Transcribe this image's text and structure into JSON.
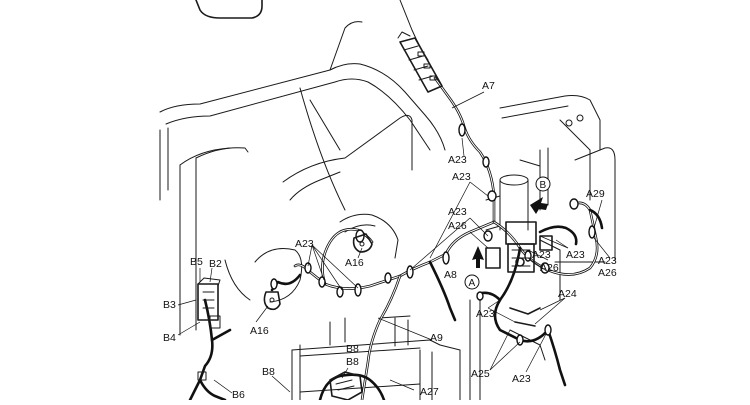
{
  "callouts": {
    "A7": "A7",
    "A8": "A8",
    "A9": "A9",
    "A16": "A16",
    "A23": "A23",
    "A24": "A24",
    "A25": "A25",
    "A26": "A26",
    "A27": "A27",
    "A29": "A29",
    "B2": "B2",
    "B3": "B3",
    "B4": "B4",
    "B5": "B5",
    "B6": "B6",
    "B8": "B8"
  },
  "view_markers": {
    "A": "A",
    "B": "B"
  }
}
